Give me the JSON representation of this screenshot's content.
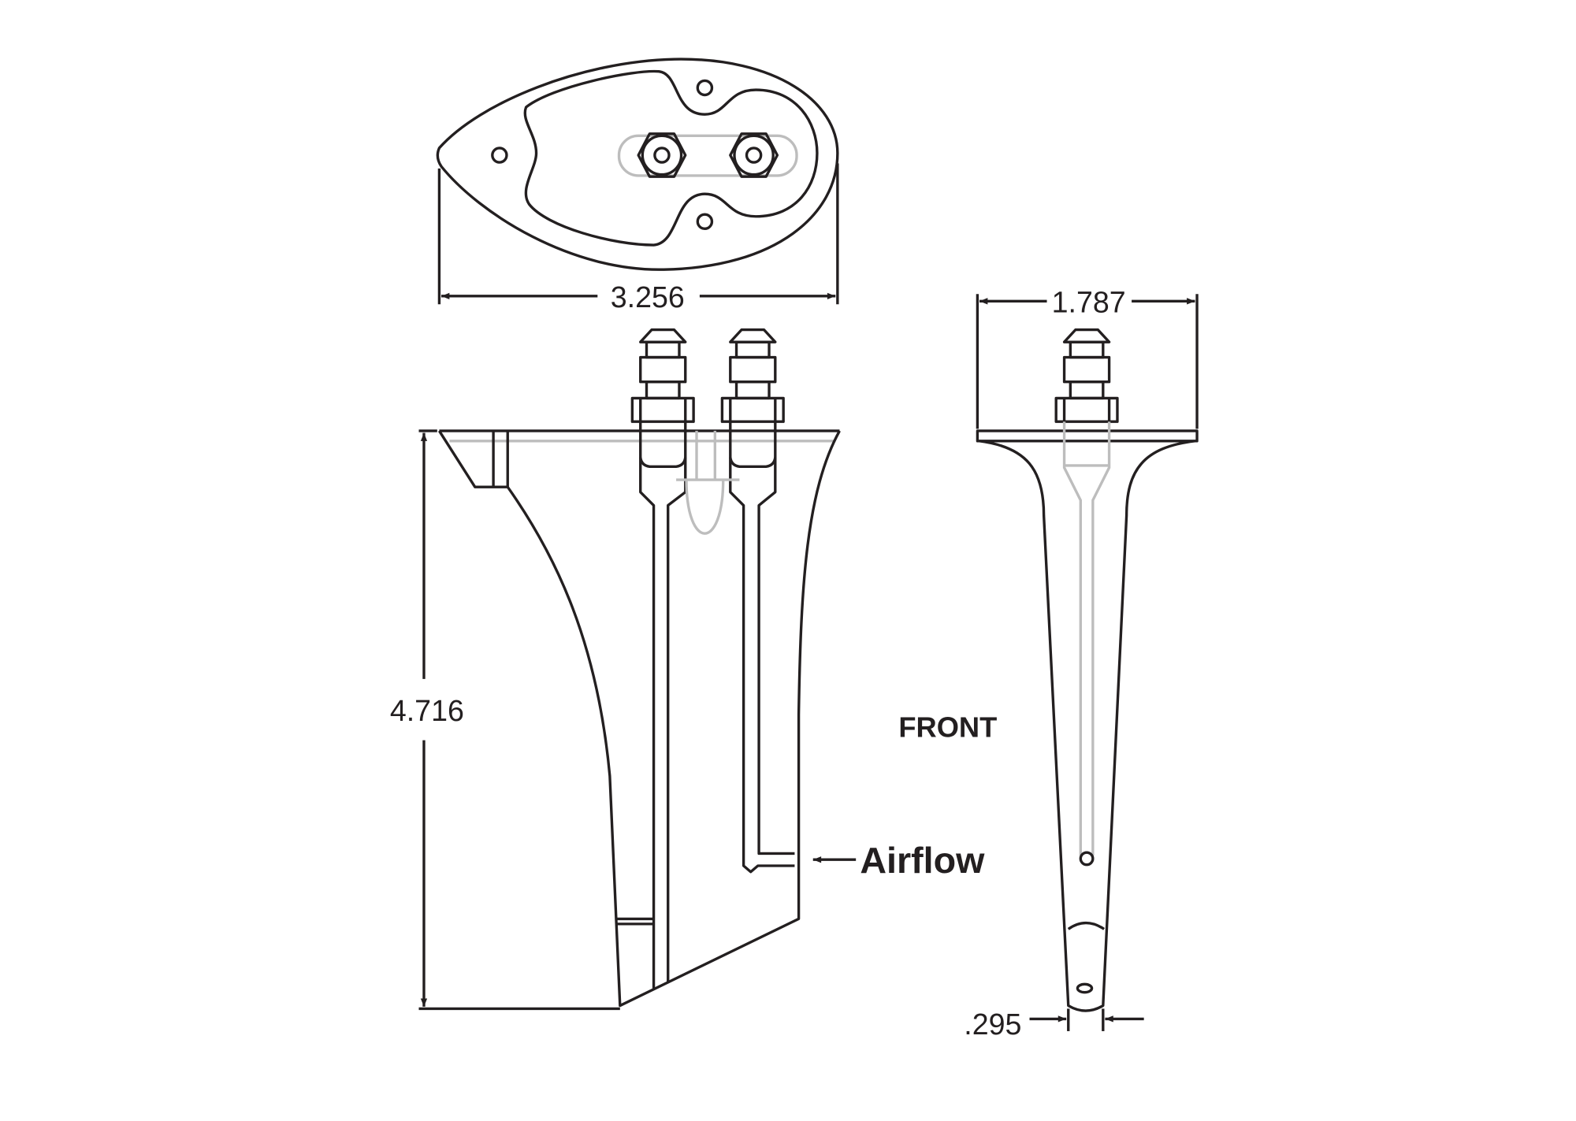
{
  "drawing": {
    "dimensions": {
      "top_width": "3.256",
      "height": "4.716",
      "front_width": "1.787",
      "tip_width": ".295"
    },
    "labels": {
      "front_view": "FRONT",
      "airflow": "Airflow"
    }
  }
}
